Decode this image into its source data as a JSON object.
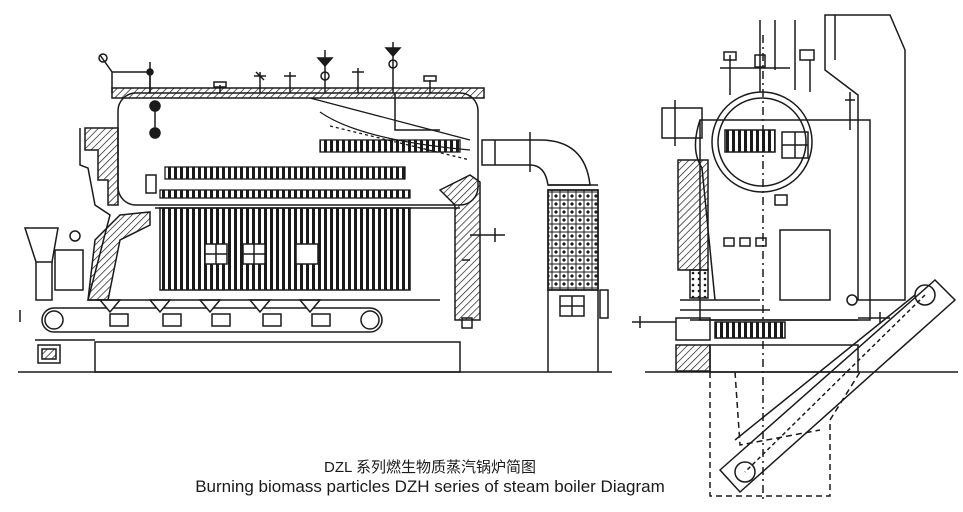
{
  "caption": {
    "chinese": "DZL 系列燃生物质蒸汽锅炉简图",
    "english": "Burning biomass particles DZH series of steam boiler Diagram"
  },
  "figure": {
    "views": [
      "side-elevation",
      "front-elevation"
    ],
    "stroke_color": "#1a1a1a",
    "background": "#ffffff"
  }
}
